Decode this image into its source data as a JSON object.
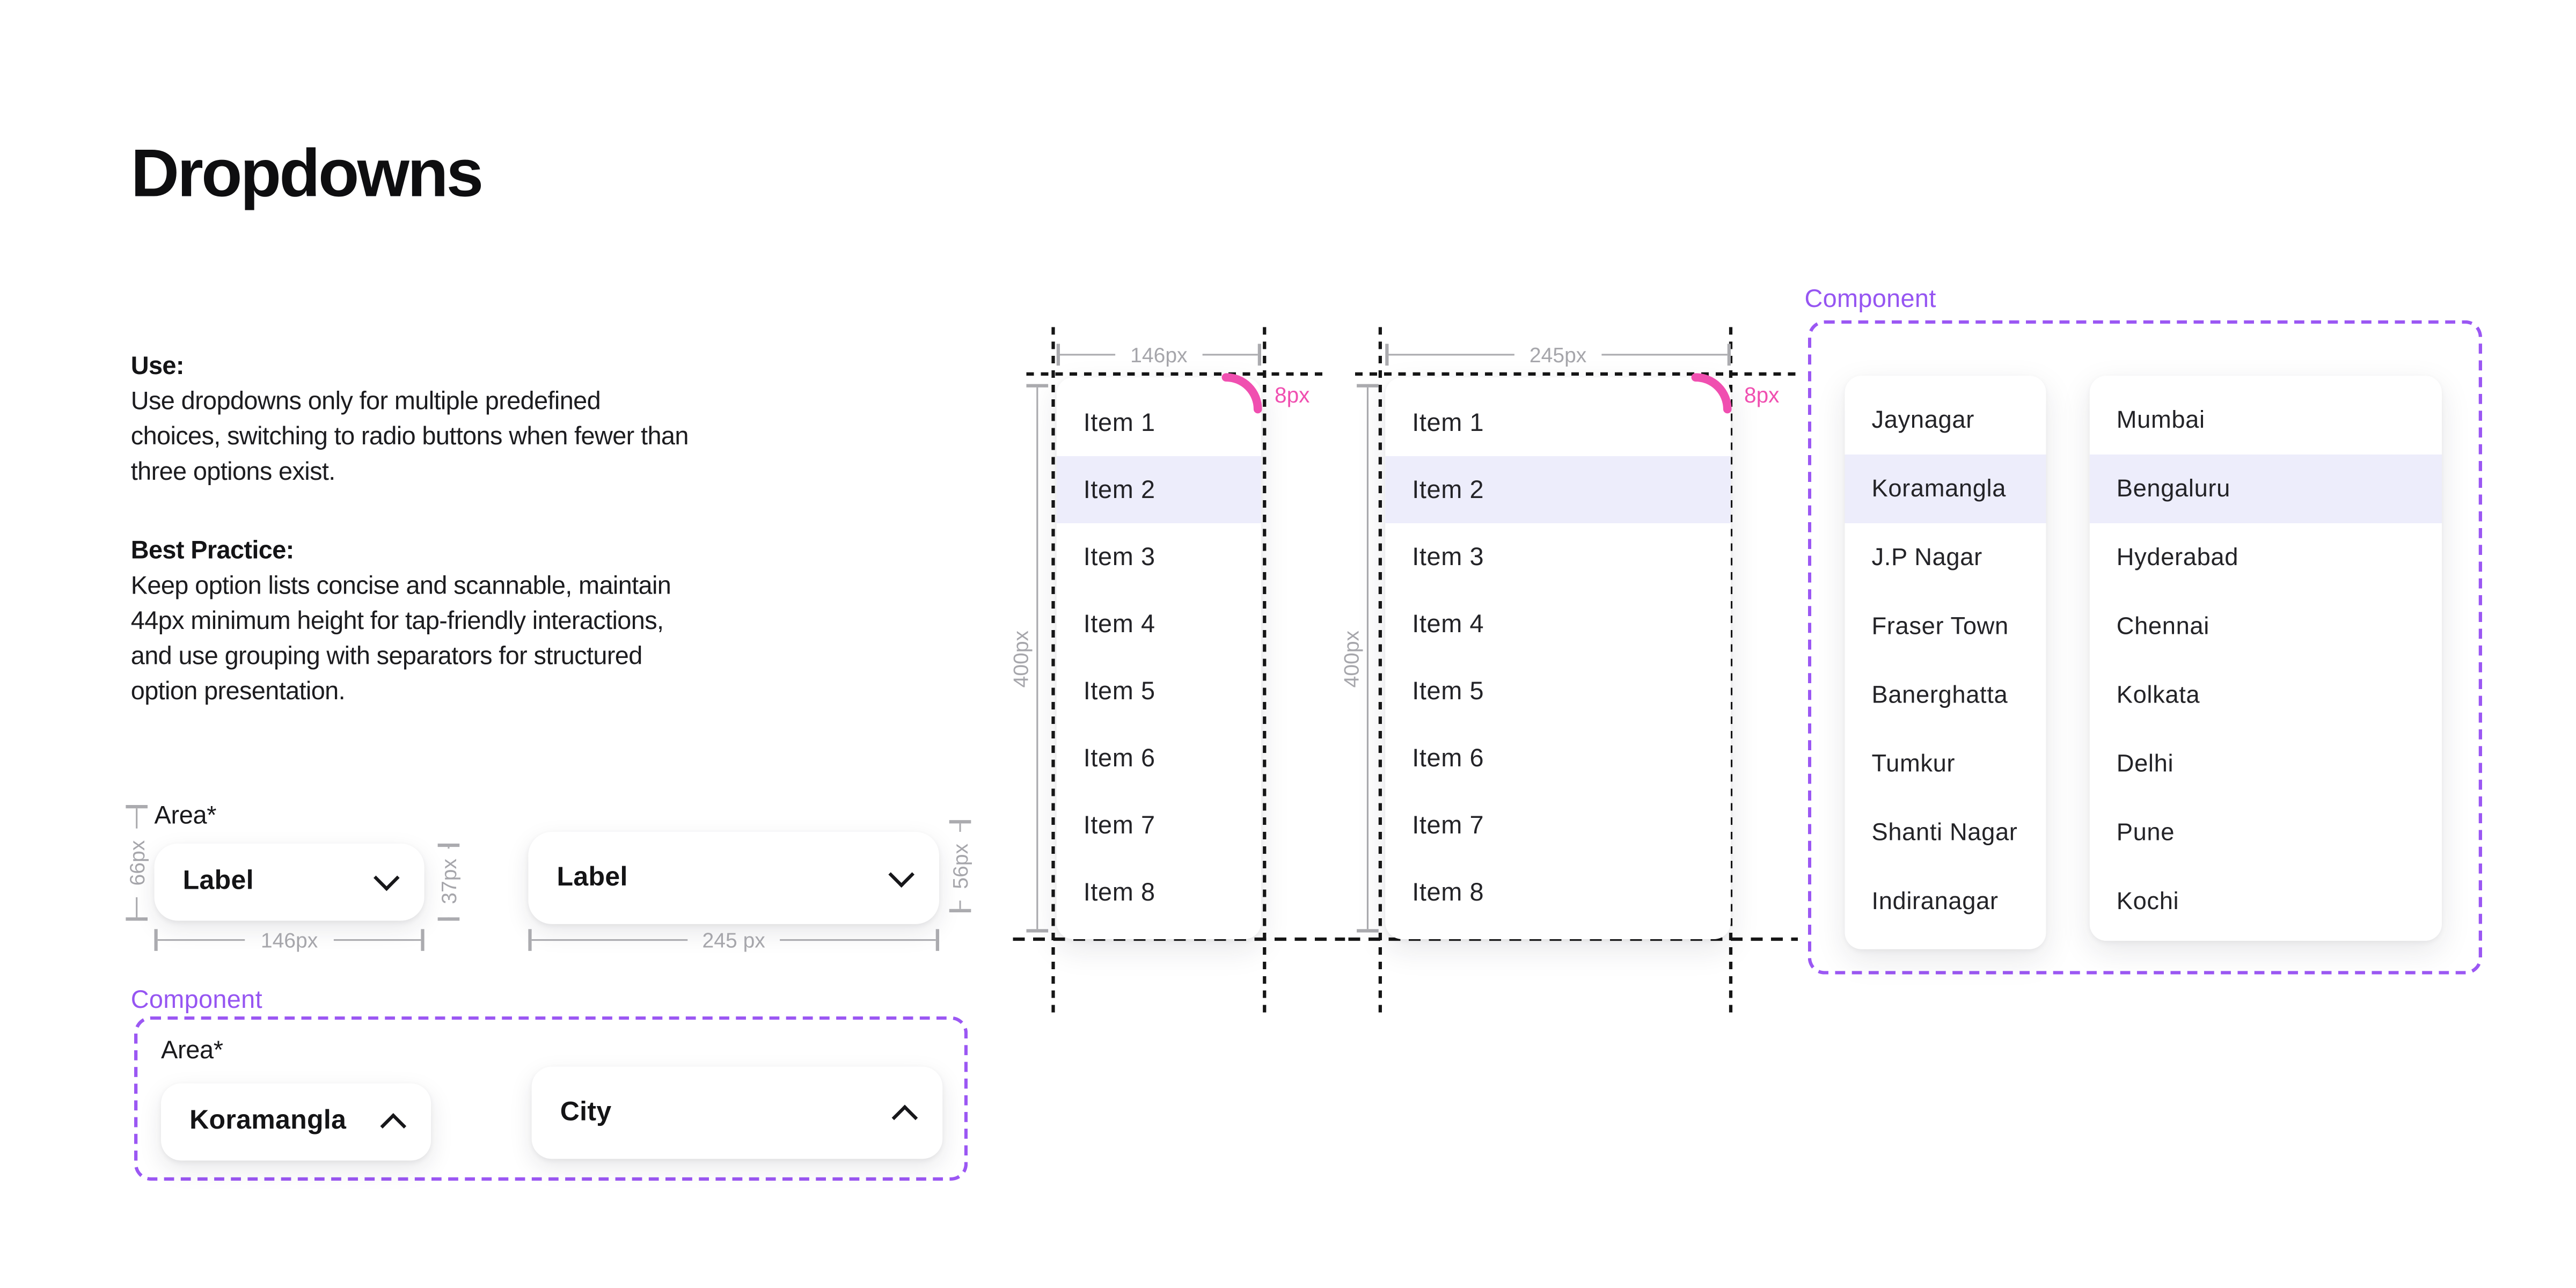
{
  "page_title": "Dropdowns",
  "colors": {
    "accent_purple": "#9655f2",
    "accent_pink": "#f04fb0",
    "selected_highlight": "#ededfb",
    "measure_gray": "#ababaf"
  },
  "guidelines": {
    "use_heading": "Use:",
    "use_body": "Use dropdowns only for multiple predefined\nchoices, switching to radio buttons when fewer than\nthree options exist.",
    "best_heading": "Best Practice:",
    "best_body": "Keep option lists concise and scannable, maintain\n44px minimum height for tap-friendly interactions,\nand use grouping with separators for structured\noption presentation."
  },
  "anatomy": {
    "field_label": "Area*",
    "small_button": {
      "label": "Label",
      "width_label": "146px",
      "button_height_label": "37px",
      "total_height_label": "66px"
    },
    "large_button": {
      "label": "Label",
      "width_label": "245 px",
      "height_label": "56px"
    }
  },
  "component_demo": {
    "section_label": "Component",
    "field_label": "Area*",
    "area_value": "Koramangla",
    "city_value": "City"
  },
  "list_specs": {
    "width_small_label": "146px",
    "width_large_label": "245px",
    "height_label": "400px",
    "radius_label": "8px",
    "items": [
      "Item 1",
      "Item 2",
      "Item 3",
      "Item 4",
      "Item 5",
      "Item 6",
      "Item 7",
      "Item 8"
    ],
    "selected_index": 1
  },
  "options_demo": {
    "section_label": "Component",
    "areas": [
      "Jaynagar",
      "Koramangla",
      "J.P Nagar",
      "Fraser Town",
      "Banerghatta",
      "Tumkur",
      "Shanti Nagar",
      "Indiranagar"
    ],
    "cities": [
      "Mumbai",
      "Bengaluru",
      "Hyderabad",
      "Chennai",
      "Kolkata",
      "Delhi",
      "Pune",
      "Kochi"
    ],
    "selected_index": 1
  }
}
